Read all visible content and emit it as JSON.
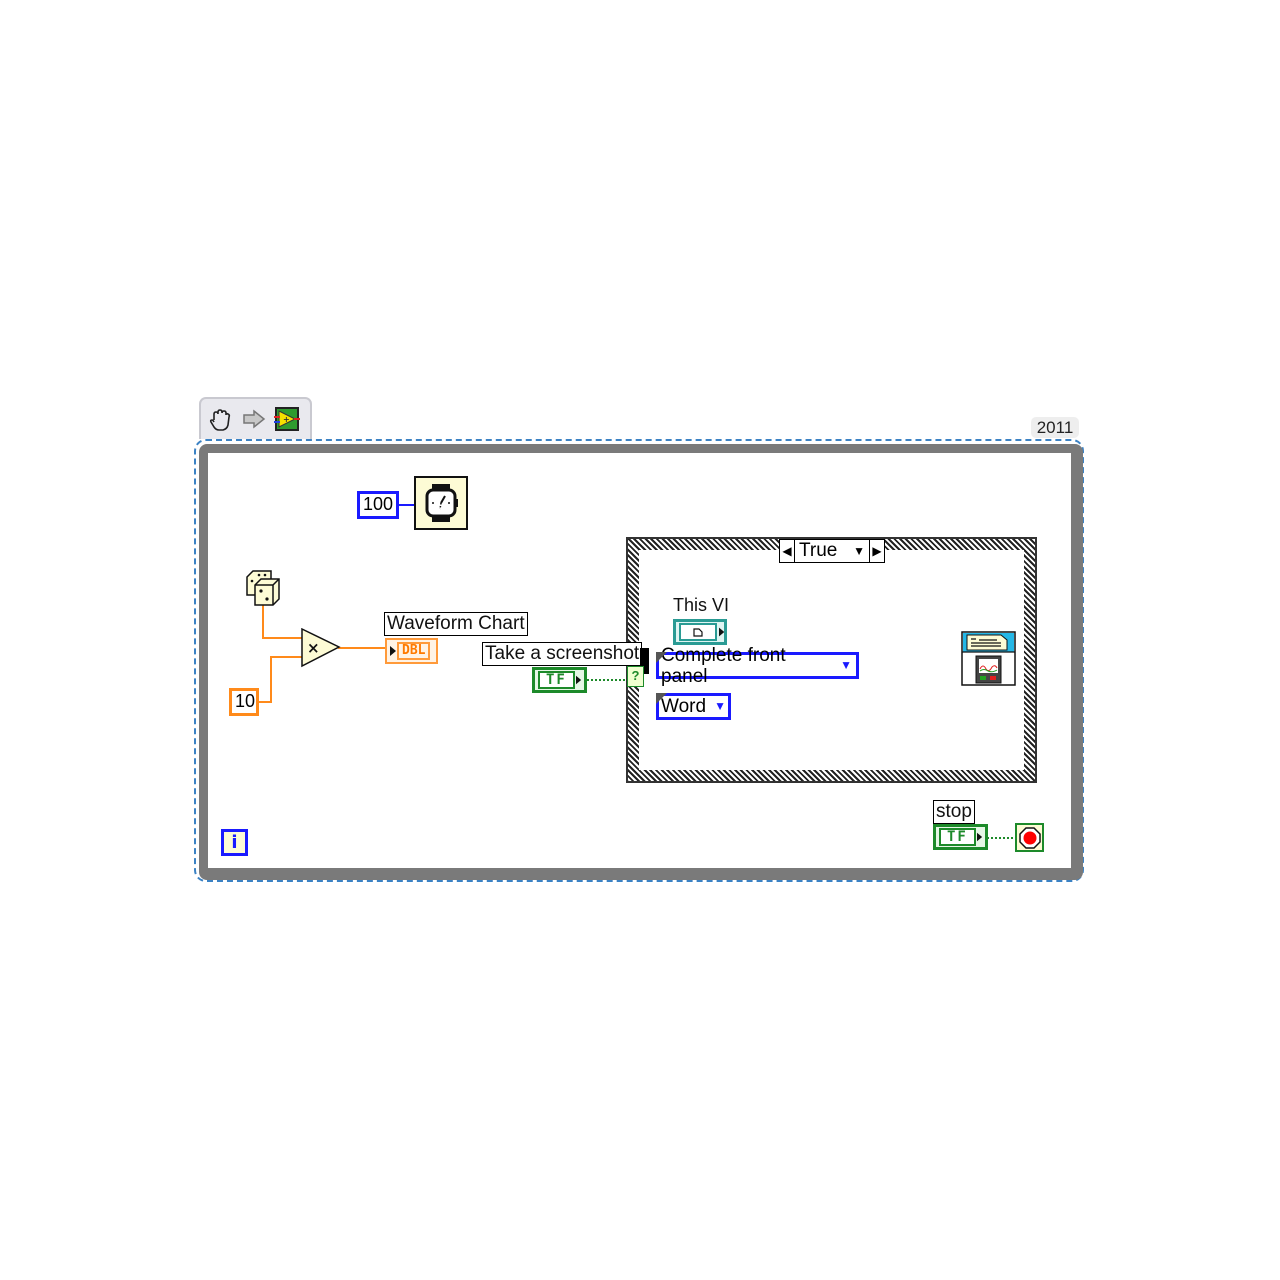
{
  "snippet": {
    "tab_icons": [
      "hand-tool-icon",
      "arrow-right-icon",
      "vi-snippet-icon"
    ],
    "version_badge": "2011"
  },
  "while_loop": {
    "iteration_terminal": "i",
    "wait_constant": "100",
    "wait_node_icon": "wait-ms-watch-icon"
  },
  "math": {
    "random_icon": "dice-icon",
    "multiplier_constant": "10",
    "multiply_symbol": "×"
  },
  "indicators": {
    "waveform_chart_label": "Waveform Chart",
    "waveform_chart_type": "DBL"
  },
  "controls": {
    "take_screenshot_label": "Take a screenshot",
    "take_screenshot_type": "TF",
    "stop_label": "stop",
    "stop_type": "TF"
  },
  "case_structure": {
    "selector_value": "True",
    "selector_terminal": "?",
    "this_vi_label": "This VI",
    "panel_option": "Complete front panel",
    "report_type": "Word",
    "report_node_icon": "easy-print-vi-panel-icon"
  },
  "colors": {
    "while_loop_border": "#7a7a7a",
    "snippet_outline": "#3b82c4",
    "numeric_dbl_wire": "#ff8a1a",
    "enum_wire": "#1a1aff",
    "ref_wire": "#2a9b94",
    "boolean_wire": "#1d8a2a"
  }
}
